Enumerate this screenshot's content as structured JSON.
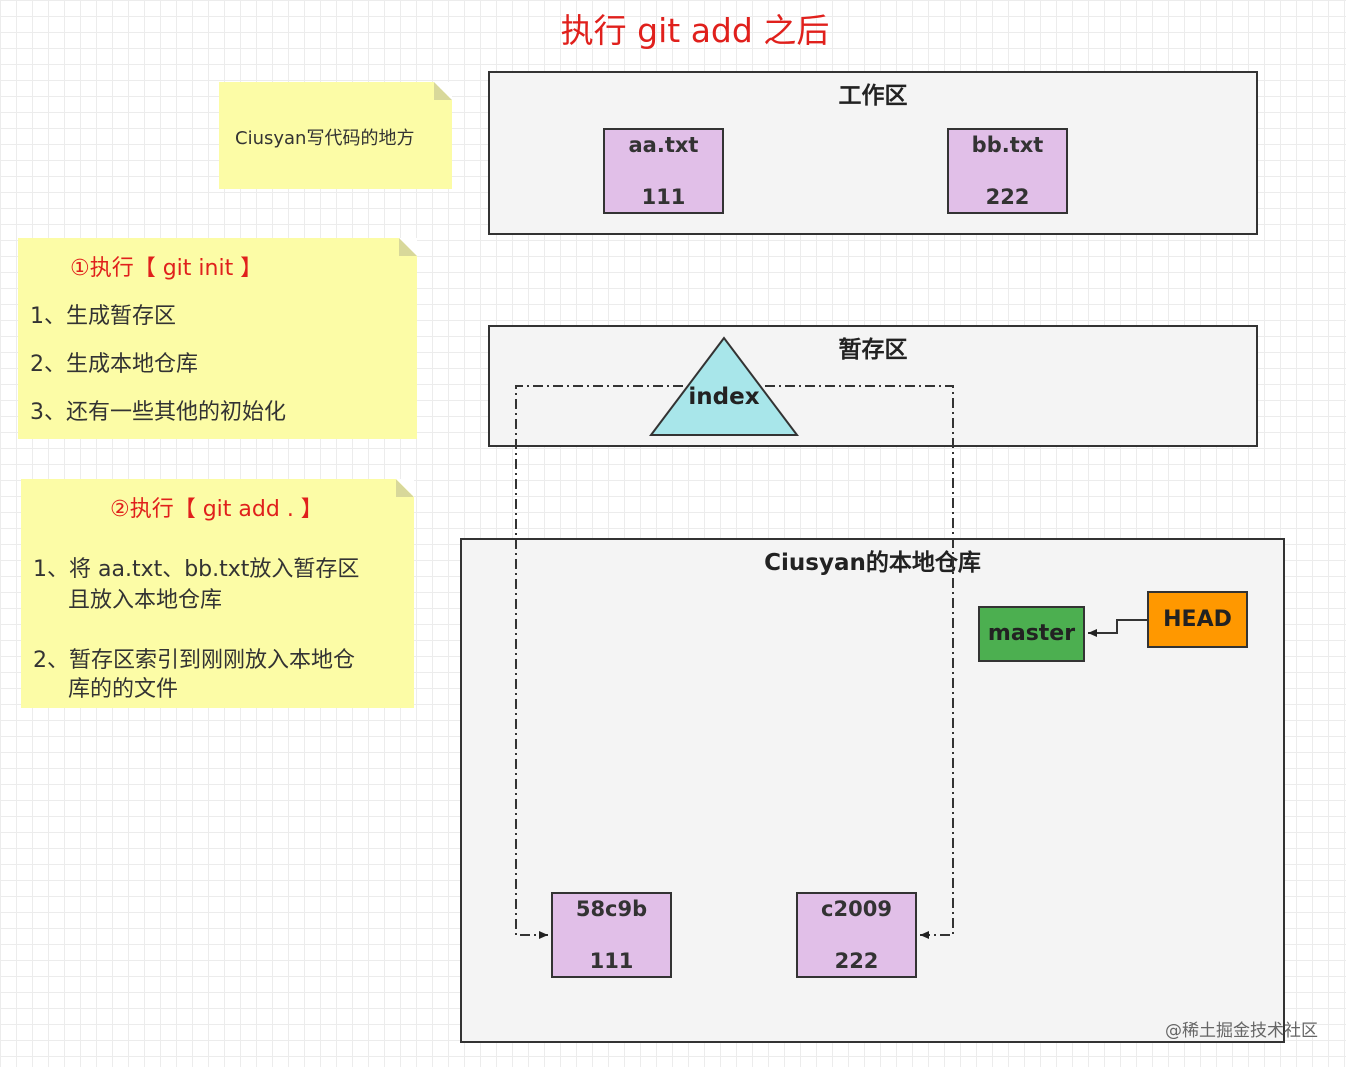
{
  "title": "执行 git add 之后",
  "workspace": {
    "label": "工作区",
    "files": [
      {
        "name": "aa.txt",
        "value": "111"
      },
      {
        "name": "bb.txt",
        "value": "222"
      }
    ]
  },
  "staging": {
    "label": "暂存区",
    "index_label": "index"
  },
  "repo": {
    "label": "Ciusyan的本地仓库",
    "objects": [
      {
        "name": "58c9b",
        "value": "111"
      },
      {
        "name": "c2009",
        "value": "222"
      }
    ],
    "master_label": "master",
    "head_label": "HEAD"
  },
  "notes": {
    "workspace_note": "Ciusyan写代码的地方",
    "init": {
      "title": "①执行【 git init 】",
      "lines": [
        "1、生成暂存区",
        "2、生成本地仓库",
        "3、还有一些其他的初始化"
      ]
    },
    "add": {
      "title": "②执行【 git add . 】",
      "line1a": "1、将 aa.txt、bb.txt放入暂存区",
      "line1b": "且放入本地仓库",
      "line2a": "2、暂存区索引到刚刚放入本地仓",
      "line2b": "库的的文件"
    }
  },
  "colors": {
    "title": "#e0201c",
    "file_fill": "#e1bfe8",
    "region_fill": "#f4f4f4",
    "note_fill": "#fcfca6",
    "index_fill": "#a8e6ea",
    "master_fill": "#4caf50",
    "head_fill": "#ff9800"
  },
  "watermark": "@稀土掘金技术社区"
}
